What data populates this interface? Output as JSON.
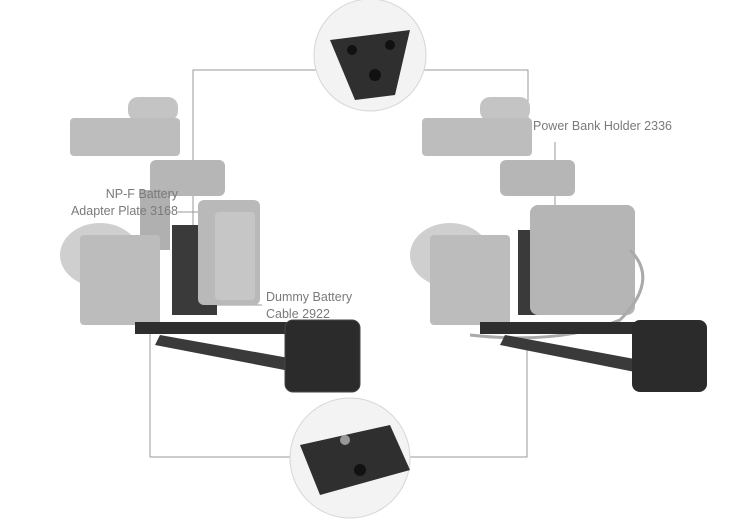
{
  "labels": {
    "npf_line1": "NP-F Battery",
    "npf_line2": "Adapter Plate 3168",
    "dummy_line1": "Dummy Battery",
    "dummy_line2": "Cable 2922",
    "power_bank": "Power Bank Holder 2336"
  }
}
